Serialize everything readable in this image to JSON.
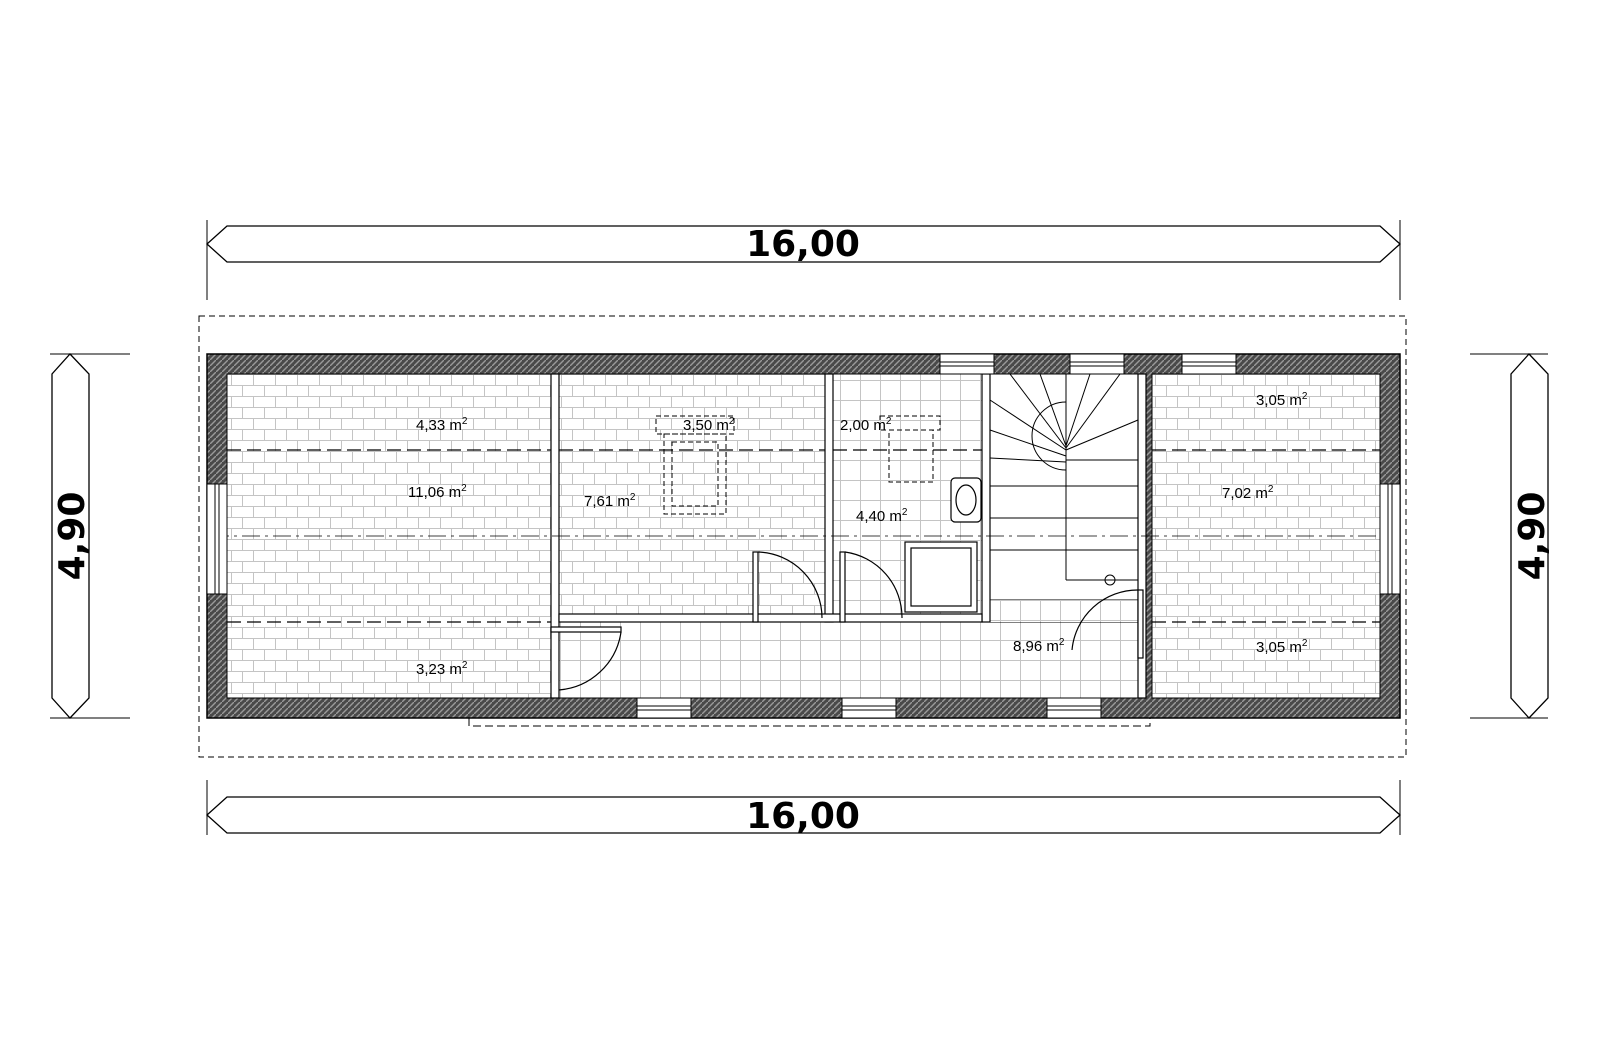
{
  "dimensions": {
    "top": "16,00",
    "bottom": "16,00",
    "left": "4,90",
    "right": "4,90"
  },
  "unit_superscript": "2",
  "rooms": [
    {
      "id": "room-left-top",
      "value": "4,33 m"
    },
    {
      "id": "room-left-main",
      "value": "11,06 m"
    },
    {
      "id": "room-left-bottom",
      "value": "3,23 m"
    },
    {
      "id": "room-bed-top",
      "value": "3,50 m"
    },
    {
      "id": "room-bed-main",
      "value": "7,61 m"
    },
    {
      "id": "room-bath-top",
      "value": "2,00 m"
    },
    {
      "id": "room-bath-main",
      "value": "4,40 m"
    },
    {
      "id": "room-hall",
      "value": "8,96 m"
    },
    {
      "id": "room-right-top",
      "value": "3,05 m"
    },
    {
      "id": "room-right-main",
      "value": "7,02 m"
    },
    {
      "id": "room-right-bottom",
      "value": "3,05 m"
    }
  ],
  "colors": {
    "wall_fill": "#555555",
    "line": "#000000",
    "tile": "#bdbdbd"
  }
}
